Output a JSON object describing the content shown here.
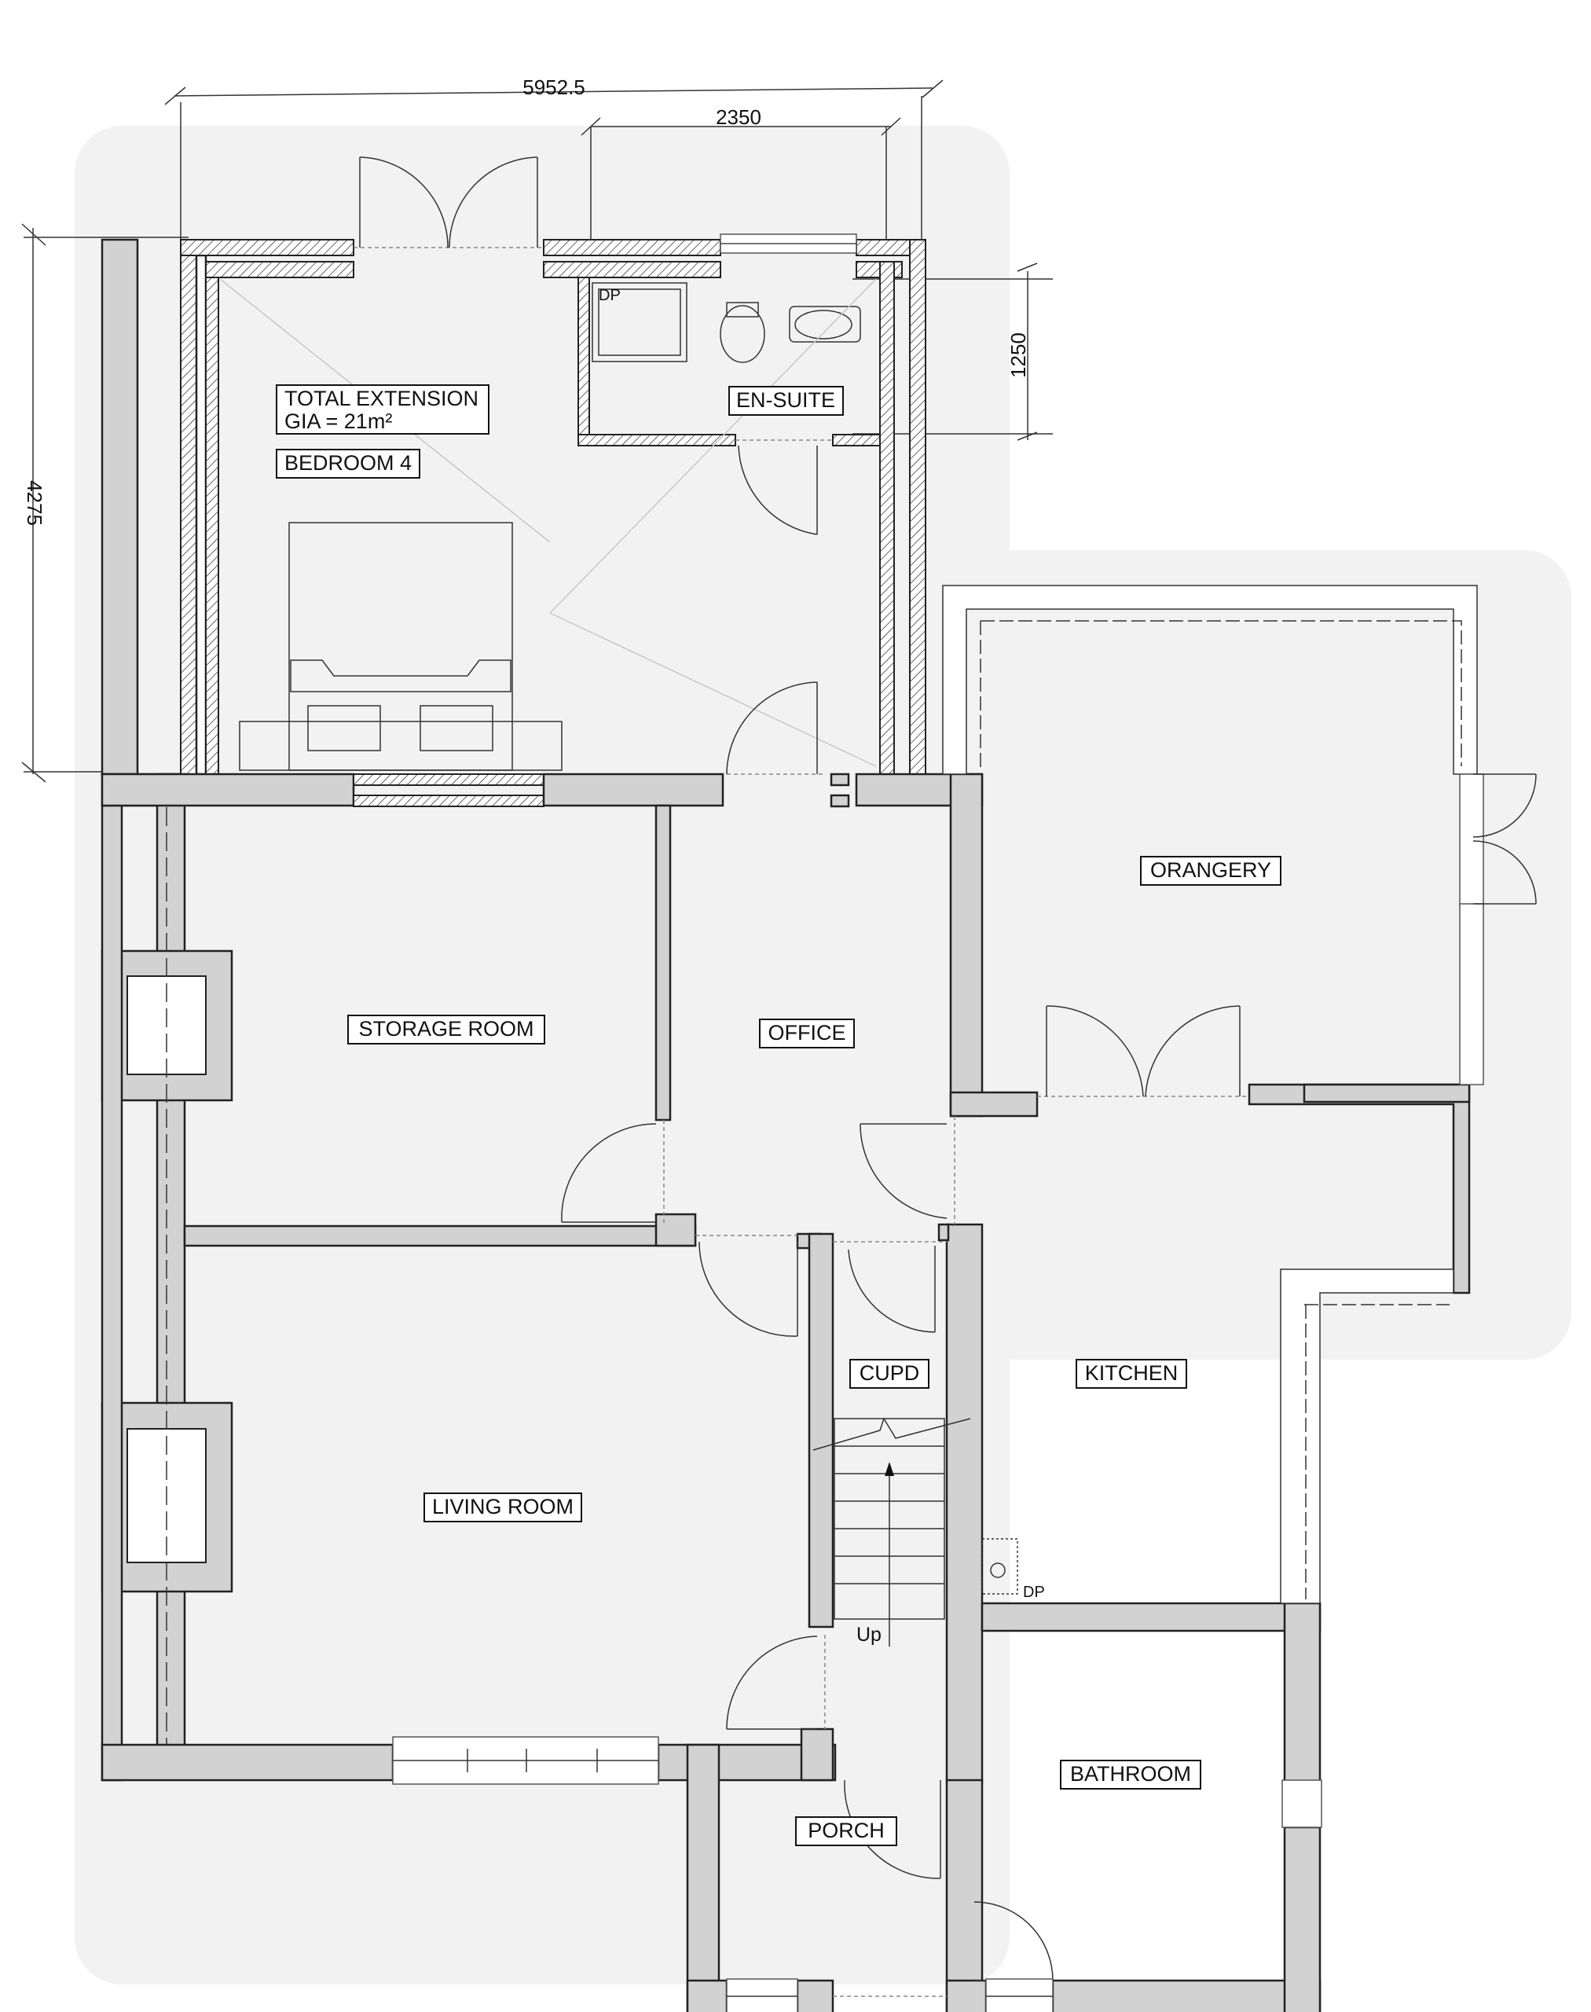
{
  "dimensions": {
    "overall_width": "5952.5",
    "ensuite_width": "2350",
    "ensuite_depth": "1250",
    "extension_depth": "4275"
  },
  "rooms": {
    "total_extension_line1": "TOTAL EXTENSION",
    "total_extension_line2": "GIA = 21m²",
    "bedroom_4": "BEDROOM 4",
    "en_suite": "EN-SUITE",
    "orangery": "ORANGERY",
    "storage_room": "STORAGE ROOM",
    "office": "OFFICE",
    "cupd": "CUPD",
    "kitchen": "KITCHEN",
    "living_room": "LIVING ROOM",
    "bathroom": "BATHROOM",
    "porch": "PORCH"
  },
  "annotations": {
    "dp_ensuite": "DP",
    "dp_kitchen": "DP",
    "stairs_up": "Up"
  },
  "colors": {
    "existing_wall_fill": "#d2d2d2",
    "line": "#222222"
  }
}
